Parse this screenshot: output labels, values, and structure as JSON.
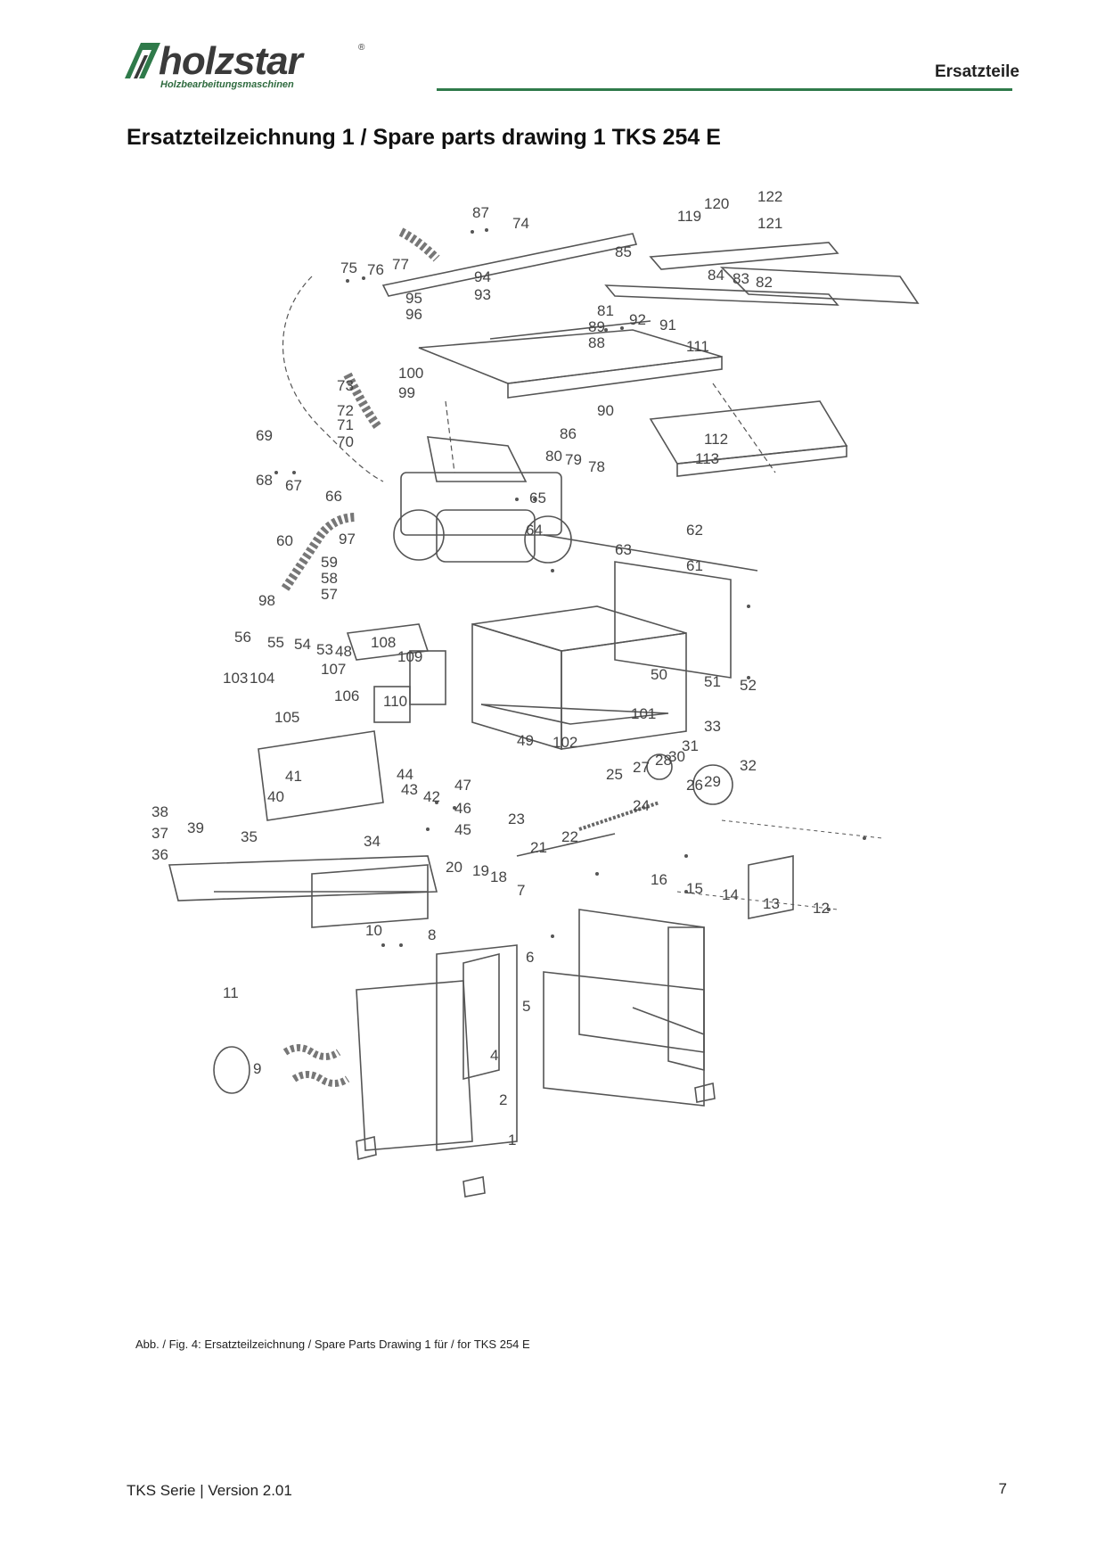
{
  "header": {
    "brand": "holzstar",
    "brand_mark": "®",
    "brand_subtitle": "Holzbearbeitungsmaschinen",
    "section": "Ersatzteile",
    "accent_color": "#2f7a4a"
  },
  "title": "Ersatzteilzeichnung 1 / Spare parts drawing 1 TKS 254 E",
  "drawing": {
    "callouts": [
      "1",
      "2",
      "4",
      "5",
      "6",
      "7",
      "8",
      "9",
      "10",
      "11",
      "12",
      "13",
      "14",
      "15",
      "16",
      "18",
      "19",
      "20",
      "21",
      "22",
      "23",
      "24",
      "25",
      "26",
      "27",
      "28",
      "29",
      "30",
      "31",
      "32",
      "33",
      "34",
      "35",
      "36",
      "37",
      "38",
      "39",
      "40",
      "41",
      "42",
      "43",
      "44",
      "45",
      "46",
      "47",
      "48",
      "49",
      "50",
      "51",
      "52",
      "53",
      "54",
      "55",
      "56",
      "57",
      "58",
      "59",
      "60",
      "61",
      "62",
      "63",
      "64",
      "65",
      "66",
      "67",
      "68",
      "69",
      "70",
      "71",
      "72",
      "73",
      "74",
      "75",
      "76",
      "77",
      "78",
      "79",
      "80",
      "81",
      "82",
      "83",
      "84",
      "85",
      "86",
      "87",
      "88",
      "89",
      "90",
      "91",
      "92",
      "93",
      "94",
      "95",
      "96",
      "97",
      "98",
      "99",
      "100",
      "101",
      "102",
      "103",
      "104",
      "105",
      "106",
      "107",
      "108",
      "109",
      "110",
      "111",
      "112",
      "113",
      "119",
      "120",
      "121",
      "122"
    ]
  },
  "caption": "Abb. / Fig. 4: Ersatzteilzeichnung / Spare Parts Drawing 1 für / for TKS 254 E",
  "footer": {
    "left": "TKS Serie | Version 2.01",
    "page_number": "7"
  }
}
